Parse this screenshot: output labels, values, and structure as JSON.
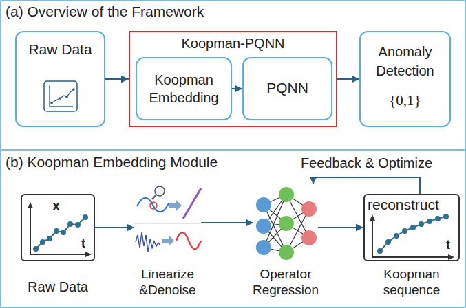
{
  "diagram": {
    "nodes": [
      {
        "text": [
          "Raw Data"
        ]
      },
      {
        "text": [
          "Koopman-PQNN"
        ]
      },
      {
        "text": [
          "Koopman Embedding"
        ],
        "in": 1
      },
      {
        "text": [
          "PQNN"
        ],
        "in": 1
      },
      {
        "text": [
          "Anomaly Detection",
          "{0,1}"
        ]
      },
      {
        "text": [
          "x",
          "t",
          "Raw Data"
        ]
      },
      {
        "text": [
          "Linearize &Denoise"
        ]
      },
      {
        "text": [
          "Operator Regression"
        ]
      },
      {
        "text": [
          "reconstruct",
          "t",
          "Koopman sequence"
        ]
      }
    ],
    "edges": [
      {
        "from": 0,
        "to": 1,
        "arrow": "to"
      },
      {
        "from": 2,
        "to": 3,
        "arrow": "to"
      },
      {
        "from": 1,
        "to": 4,
        "arrow": "to"
      },
      {
        "from": 5,
        "to": 6,
        "arrow": "to"
      },
      {
        "from": 6,
        "to": 7,
        "arrow": "to"
      },
      {
        "from": 7,
        "to": 8,
        "arrow": "to"
      },
      {
        "from": 8,
        "to": 7,
        "label": "Feedback & Optimize",
        "arrow": "to"
      }
    ],
    "labels": [
      "(a) Overview of the Framework",
      "(b) Koopman Embedding Module"
    ]
  }
}
